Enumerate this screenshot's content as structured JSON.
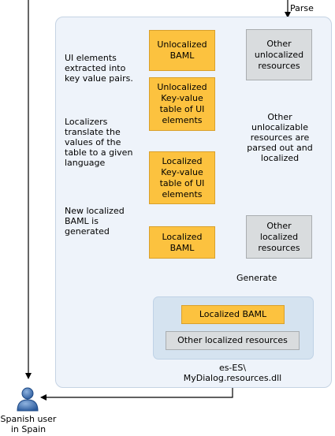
{
  "labels": {
    "parse": "Parse",
    "generate": "Generate",
    "output_file": "es-ES\\\nMyDialog.resources.dll",
    "user": "Spanish user\nin Spain"
  },
  "boxes": {
    "unlocalized_baml": "Unlocalized\nBAML",
    "other_unlocalized": "Other\nunlocalized\nresources",
    "unlocalized_table": "Unlocalized\nKey-value\ntable of UI\nelements",
    "localized_table": "Localized\nKey-value\ntable of UI\nelements",
    "localized_baml": "Localized\nBAML",
    "other_localized": "Other\nlocalized\nresources",
    "output_localized_baml": "Localized BAML",
    "output_other_localized": "Other localized resources"
  },
  "notes": {
    "extracted": "UI elements\nextracted into\nkey value pairs.",
    "translate": "Localizers\ntranslate the\nvalues of the\ntable to a given\nlanguage",
    "generated": "New localized\nBAML is\ngenerated",
    "parsed_out": "Other\nunlocalizable\nresources are\nparsed out and\nlocalized"
  },
  "colors": {
    "localizable_box": "#fcc23f",
    "resource_box": "#d9dcde",
    "panel": "#eef3fa",
    "output_group": "#d5e3f0"
  }
}
